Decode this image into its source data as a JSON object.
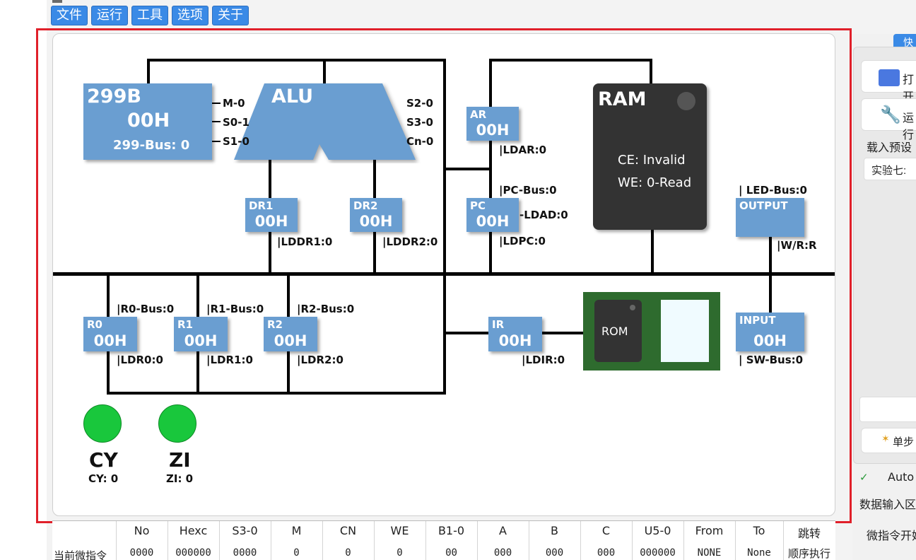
{
  "menu": [
    "文件",
    "运行",
    "工具",
    "选项",
    "关于"
  ],
  "circuit": {
    "b299": {
      "name": "299B",
      "value": "00H",
      "bus": "299-Bus: 0"
    },
    "alu": {
      "name": "ALU",
      "m": "M-0",
      "s0": "S0-1",
      "s1": "S1-0",
      "s2": "S2-0",
      "s3": "S3-0",
      "cn": "Cn-0"
    },
    "dr1": {
      "name": "DR1",
      "value": "00H",
      "ld": "|LDDR1:0"
    },
    "dr2": {
      "name": "DR2",
      "value": "00H",
      "ld": "|LDDR2:0"
    },
    "ar": {
      "name": "AR",
      "value": "00H",
      "ld": "|LDAR:0"
    },
    "pc": {
      "name": "PC",
      "value": "00H",
      "bus": "|PC-Bus:0",
      "ldad": "-LDAD:0",
      "ld": "|LDPC:0"
    },
    "ram": {
      "name": "RAM",
      "ce": "CE: Invalid",
      "we": "WE: 0-Read"
    },
    "output": {
      "name": "OUTPUT",
      "bus": "| LED-Bus:0",
      "wr": "|W/R:R"
    },
    "r0": {
      "name": "R0",
      "value": "00H",
      "bus": "|R0-Bus:0",
      "ld": "|LDR0:0"
    },
    "r1": {
      "name": "R1",
      "value": "00H",
      "bus": "|R1-Bus:0",
      "ld": "|LDR1:0"
    },
    "r2": {
      "name": "R2",
      "value": "00H",
      "bus": "|R2-Bus:0",
      "ld": "|LDR2:0"
    },
    "ir": {
      "name": "IR",
      "value": "00H",
      "ld": "|LDIR:0"
    },
    "rom": {
      "label": "ROM"
    },
    "input": {
      "name": "INPUT",
      "value": "00H",
      "bus": "| SW-Bus:0"
    },
    "cy": {
      "name": "CY",
      "status": "CY: 0"
    },
    "zi": {
      "name": "ZI",
      "status": "ZI: 0"
    }
  },
  "table": {
    "headers": [
      "No",
      "Hexc",
      "S3-0",
      "M",
      "CN",
      "WE",
      "B1-0",
      "A",
      "B",
      "C",
      "U5-0",
      "From",
      "To",
      "跳转"
    ],
    "row_label": "当前微指令",
    "row": [
      "0000",
      "000000",
      "0000",
      "0",
      "0",
      "0",
      "00",
      "000",
      "000",
      "000",
      "000000",
      "NONE",
      "None",
      "顺序执行"
    ]
  },
  "right_panel": {
    "tab": "快",
    "open": "打开",
    "run": "运行",
    "preset_label": "载入预设",
    "preset_value": "实验七:",
    "step": "单步",
    "auto": "Auto",
    "data_input": "数据输入区",
    "micro_start": "微指令开始"
  },
  "colors": {
    "register": "#6a9ed1",
    "menu": "#3a8ae6",
    "frame": "#e0202a",
    "ram": "#333333",
    "rom_board": "#2e6b2e",
    "lamp": "#19c73c"
  }
}
